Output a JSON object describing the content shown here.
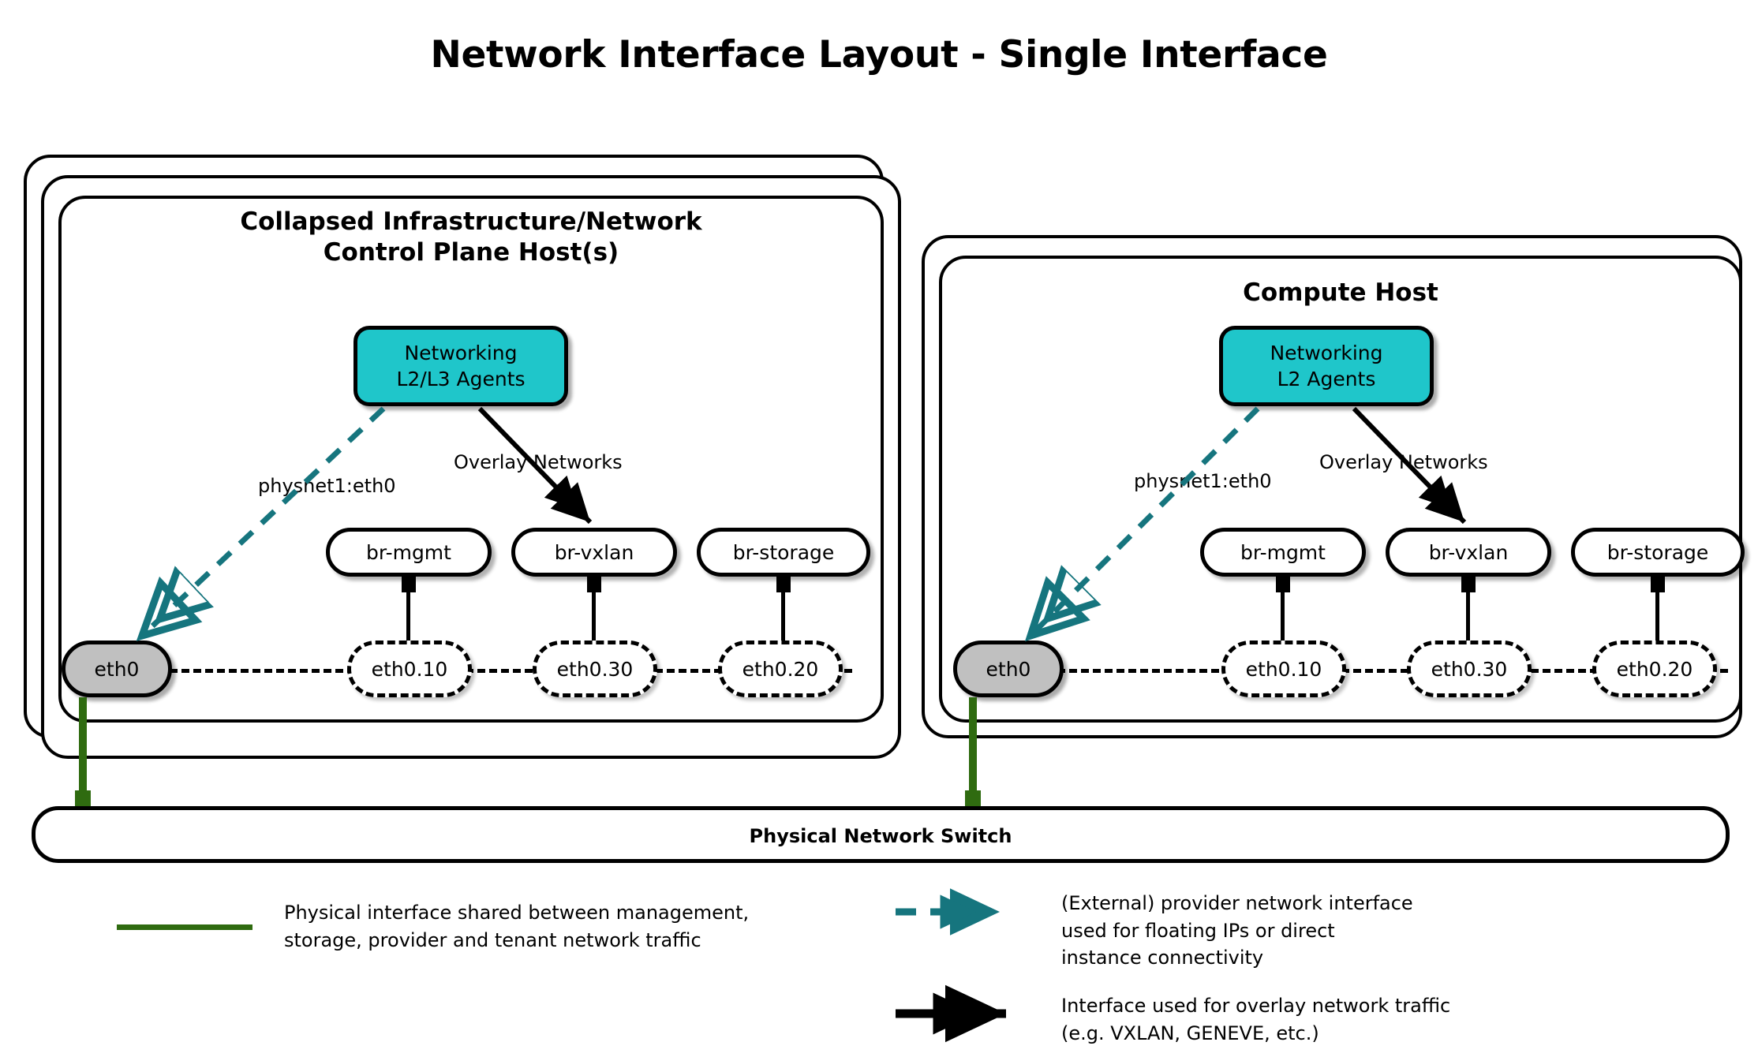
{
  "title": "Network Interface Layout - Single Interface",
  "colors": {
    "agent_teal": "#1fc6ca",
    "provider_arrow_teal": "#16757e",
    "physical_link_green": "#2f6b10",
    "nic_gray": "#c0c0c0",
    "outline_black": "#000000"
  },
  "hosts": [
    {
      "id": "control-plane",
      "title": "Collapsed Infrastructure/Network\nControl Plane Host(s)",
      "stack_layers": 3,
      "agent": {
        "label": "Networking\nL2/L3 Agents"
      },
      "provider_label": "physnet1:eth0",
      "overlay_label": "Overlay Networks",
      "nic": {
        "label": "eth0"
      },
      "bridges": [
        {
          "label": "br-mgmt",
          "vlan": "eth0.10"
        },
        {
          "label": "br-vxlan",
          "vlan": "eth0.30"
        },
        {
          "label": "br-storage",
          "vlan": "eth0.20"
        }
      ]
    },
    {
      "id": "compute",
      "title": "Compute Host",
      "stack_layers": 2,
      "agent": {
        "label": "Networking\nL2 Agents"
      },
      "provider_label": "physnet1:eth0",
      "overlay_label": "Overlay Networks",
      "nic": {
        "label": "eth0"
      },
      "bridges": [
        {
          "label": "br-mgmt",
          "vlan": "eth0.10"
        },
        {
          "label": "br-vxlan",
          "vlan": "eth0.30"
        },
        {
          "label": "br-storage",
          "vlan": "eth0.20"
        }
      ]
    }
  ],
  "switch": {
    "label": "Physical Network Switch"
  },
  "legend": [
    {
      "id": "physical",
      "symbol": "solid-green-line",
      "text": "Physical interface shared between management,\nstorage, provider and tenant network traffic"
    },
    {
      "id": "provider",
      "symbol": "dashed-teal-double-arrow",
      "text": "(External) provider network interface\nused for floating IPs or direct\ninstance connectivity"
    },
    {
      "id": "overlay",
      "symbol": "solid-black-double-arrow",
      "text": "Interface used for overlay network traffic\n(e.g. VXLAN, GENEVE, etc.)"
    }
  ]
}
